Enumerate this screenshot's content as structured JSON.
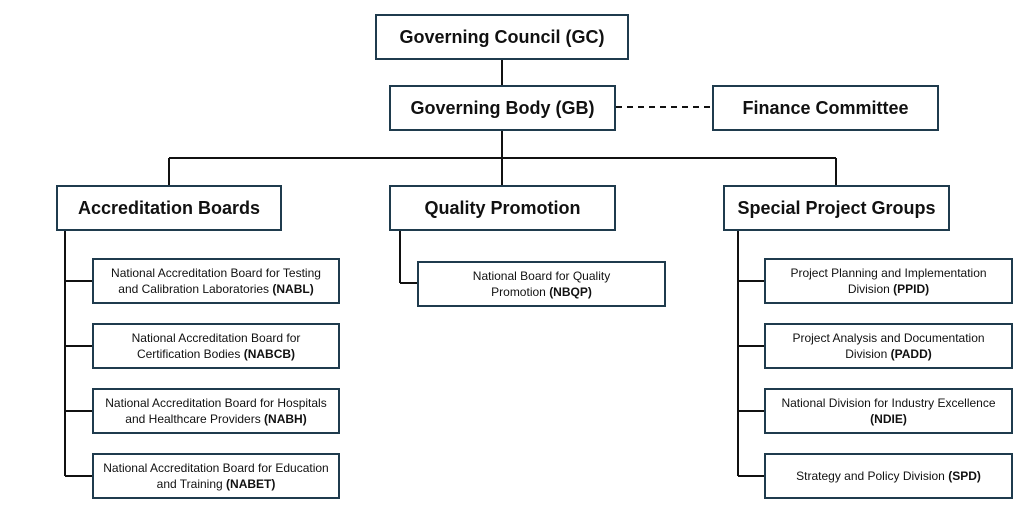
{
  "diagram": {
    "top": {
      "label": "Governing Council (GC)"
    },
    "body": {
      "label": "Governing Body (GB)"
    },
    "finance": {
      "label": "Finance Committee"
    },
    "accreditation": {
      "label": "Accreditation Boards",
      "items": [
        {
          "text": "National Accreditation Board for Testing and Calibration Laboratories",
          "abbr": "(NABL)"
        },
        {
          "text": "National Accreditation Board for Certification Bodies",
          "abbr": "(NABCB)"
        },
        {
          "text": "National Accreditation Board for Hospitals and Healthcare Providers",
          "abbr": "(NABH)"
        },
        {
          "text": "National Accreditation Board for Education and Training",
          "abbr": "(NABET)"
        }
      ]
    },
    "quality": {
      "label": "Quality Promotion",
      "items": [
        {
          "text": "National Board for Quality Promotion",
          "abbr": "(NBQP)"
        }
      ]
    },
    "special": {
      "label": "Special Project Groups",
      "items": [
        {
          "text": "Project Planning and Implementation Division",
          "abbr": "(PPID)"
        },
        {
          "text": "Project Analysis and Documentation Division",
          "abbr": "(PADD)"
        },
        {
          "text": "National Division for Industry Excellence",
          "abbr": "(NDIE)"
        },
        {
          "text": "Strategy and Policy Division",
          "abbr": "(SPD)"
        }
      ]
    },
    "colors": {
      "border": "#1f3b4d",
      "line": "#111111"
    }
  }
}
